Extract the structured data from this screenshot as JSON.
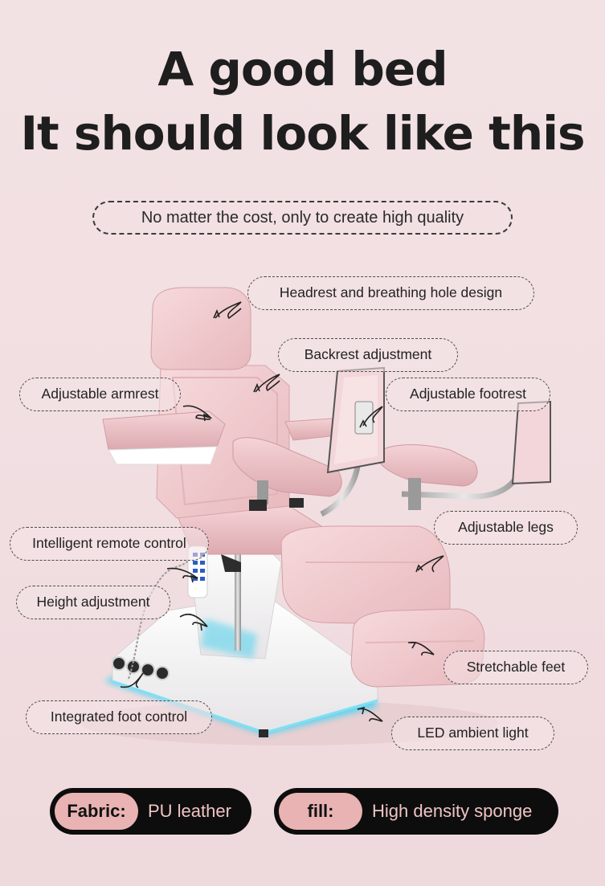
{
  "headline": {
    "line1": "A good bed",
    "line2": "It should look like this"
  },
  "subtitle": "No matter the cost, only to create high quality",
  "callouts": {
    "headrest": "Headrest and breathing hole design",
    "backrest": "Backrest adjustment",
    "armrest": "Adjustable armrest",
    "footrest": "Adjustable footrest",
    "remote": "Intelligent remote control",
    "legs": "Adjustable legs",
    "height": "Height adjustment",
    "feet": "Stretchable feet",
    "foot_control": "Integrated foot control",
    "led": "LED ambient light"
  },
  "specs": {
    "fabric_label": "Fabric:",
    "fabric_value": "PU leather",
    "fill_label": "fill:",
    "fill_value": "High density sponge"
  },
  "colors": {
    "background": "#f3e2e4",
    "upholstery": "#f2cdd0",
    "led": "#4fd3f0",
    "pill": "#0d0d0d",
    "tag": "#e9b3b3"
  }
}
